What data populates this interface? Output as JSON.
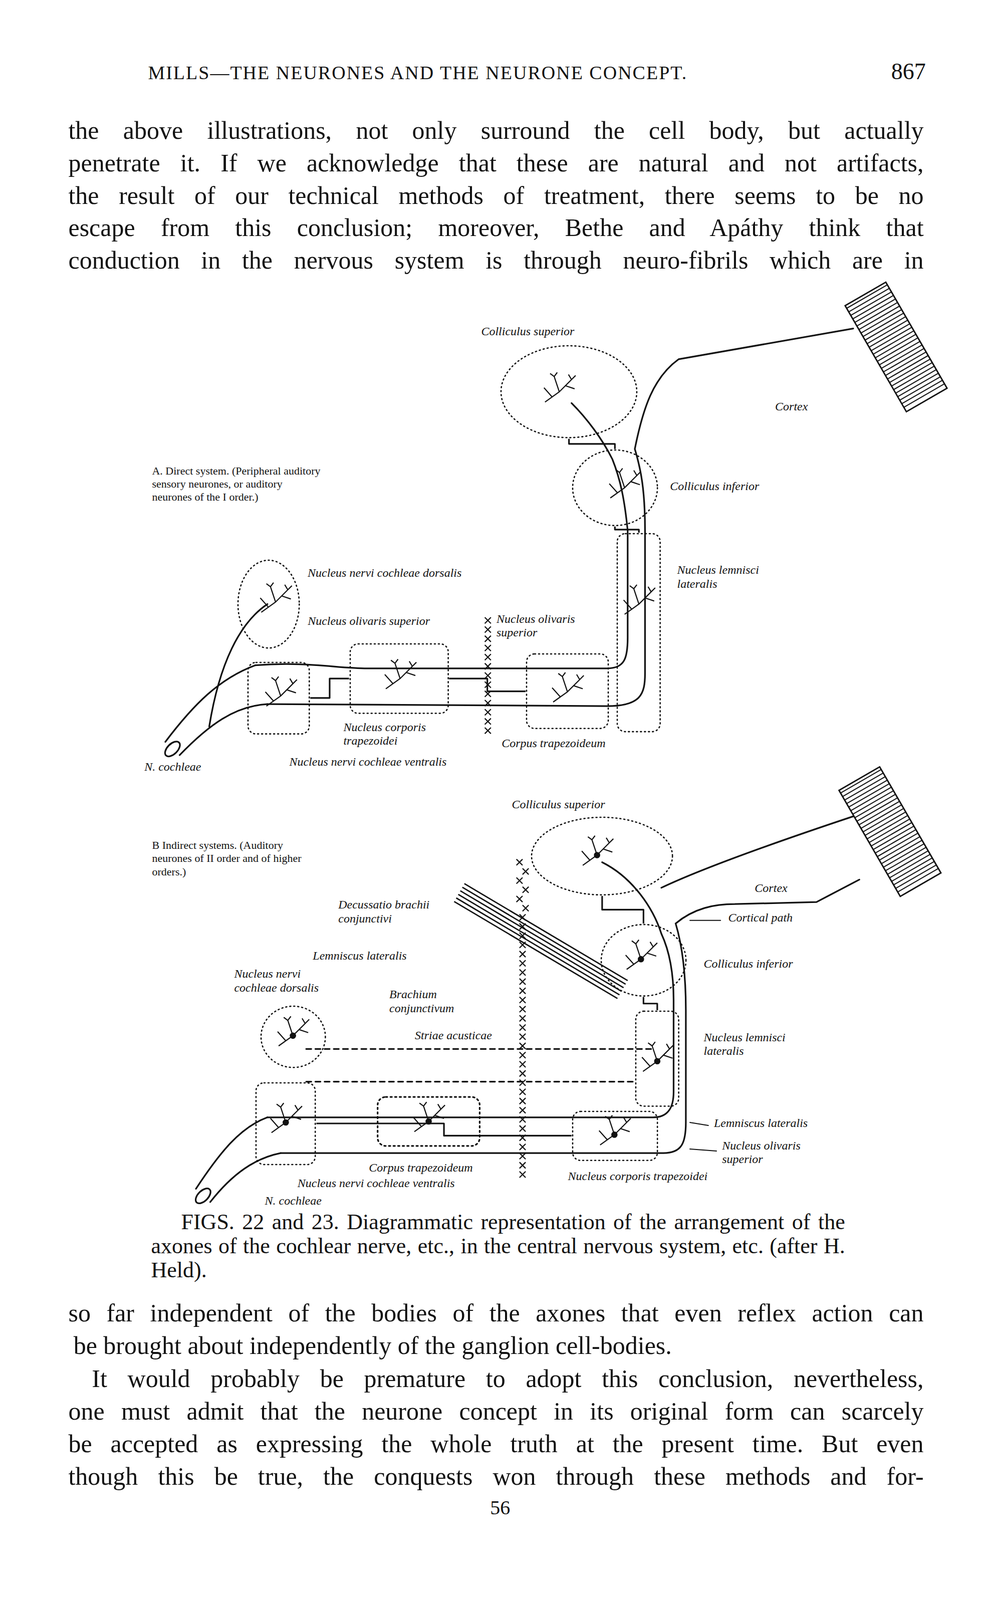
{
  "diagram": {
    "title": "MILLS—THE NEURONES AND THE NEURONE CONCEPT.",
    "caption": "FIGS. 22 and 23. Diagrammatic representation of the arrangement of the axones of the cochlear nerve, etc., in the central nervous system, etc. (after H. Held).",
    "nodes": [
      {
        "text": [
          "Colliculus superior"
        ]
      },
      {
        "text": [
          "Colliculus inferior"
        ]
      },
      {
        "text": [
          "Nucleus lemnisci lateralis"
        ]
      },
      {
        "text": [
          "Nucleus nervi cochleae dorsalis"
        ]
      },
      {
        "text": [
          "Nucleus olivaris superior"
        ]
      },
      {
        "text": [
          "Nucleus olivaris superior"
        ]
      },
      {
        "text": [
          "Nucleus nervi cochleae ventralis"
        ]
      },
      {
        "text": [
          "Colliculus superior"
        ]
      },
      {
        "text": [
          "Colliculus inferior"
        ]
      },
      {
        "text": [
          "Nucleus lemnisci lateralis"
        ]
      },
      {
        "text": [
          "Nucleus nervi cochleae dorsalis"
        ]
      },
      {
        "text": [
          "Nucleus corporis trapezoidei"
        ]
      },
      {
        "text": [
          "Nucleus nervi cochleae ventralis"
        ]
      }
    ],
    "edges": [
      {
        "from": 6,
        "to": 4,
        "arrow": "none"
      },
      {
        "from": 4,
        "to": 5,
        "arrow": "none"
      },
      {
        "from": 2,
        "to": 1,
        "arrow": "none"
      },
      {
        "from": 1,
        "to": 0,
        "arrow": "none"
      },
      {
        "from": 12,
        "to": 11,
        "arrow": "none"
      },
      {
        "from": 9,
        "to": 8,
        "arrow": "none"
      },
      {
        "from": 8,
        "to": 7,
        "arrow": "none"
      }
    ],
    "labels": [
      "867",
      "the above illustrations, not only surround the cell body, but actually",
      "penetrate it. If we acknowledge that these are natural and not artifacts,",
      "the result of our technical methods of treatment, there seems to be no",
      "escape from this conclusion; moreover, Bethe and Apáthy think that",
      "conduction in the nervous system is through neuro-fibrils which are in",
      "A. Direct system. (Peripheral auditory sensory neurones, or auditory neurones of the I order.)",
      "Cortex",
      "Nucleus corporis trapezoidei",
      "Corpus trapezoideum",
      "N. cochleae",
      "B Indirect systems. (Auditory neurones of II order and of higher orders.)",
      "Cortex",
      "Cortical path",
      "Decussatio brachii conjunctivi",
      "Lemniscus lateralis",
      "Brachium conjunctivum",
      "Striae acusticae",
      "Lemniscus lateralis",
      "Nucleus olivaris superior",
      "Corpus trapezoideum",
      "N. cochleae",
      "so far independent of the bodies of the axones that even reflex action can",
      "be brought about independently of the ganglion cell-bodies.",
      "It would probably be premature to adopt this conclusion, nevertheless,",
      "one must admit that the neurone concept in its original form can scarcely",
      "be accepted as expressing the whole truth at the present time. But even",
      "though this be true, the conquests won through these methods and for-",
      "56"
    ]
  }
}
